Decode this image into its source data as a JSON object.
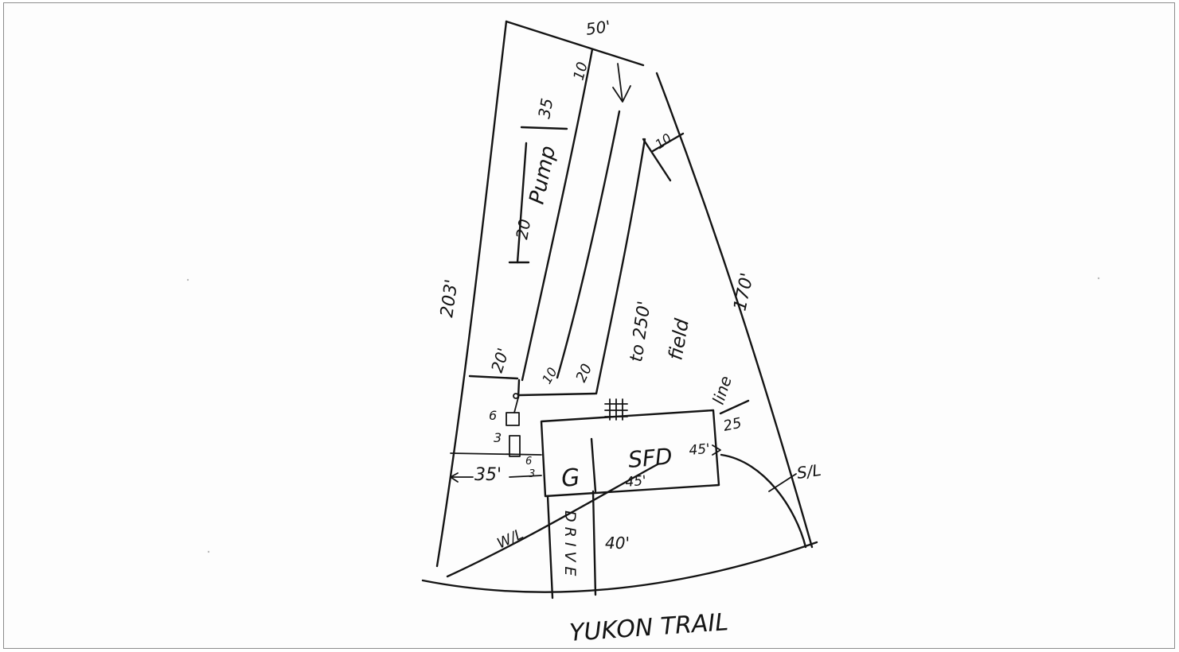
{
  "labels": {
    "top_width": "50'",
    "left_length": "203'",
    "right_length": "170'",
    "top_left_dim": "35",
    "top_right_dim": "10",
    "strip_top_dim": "10",
    "pump": "Pump",
    "strip_left_dim": "20",
    "strip_bottom_left": "20'",
    "strip_bottom_mid": "10",
    "strip_bottom_right": "20",
    "field_text_1": "to 250'",
    "field_text_2": "field",
    "right_side_label": "line",
    "right_setback": "25",
    "small_dim_1": "6",
    "small_dim_2": "3",
    "house": "SFD",
    "house_width": "45'",
    "house_depth": "45'",
    "garage": "G",
    "left_setback": "35'",
    "small_dim_3": "6",
    "small_dim_4": "3",
    "driveway": "DRIVE",
    "driveway_length": "40'",
    "water_line": "W/L",
    "right_arc_label": "S/L",
    "road": "YUKON TRAIL"
  }
}
